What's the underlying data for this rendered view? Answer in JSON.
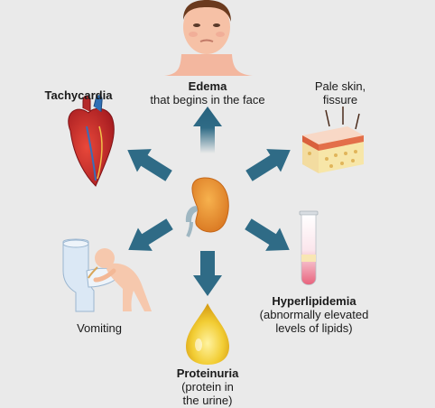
{
  "center": {
    "organ": "kidney-icon"
  },
  "symptoms": {
    "edema": {
      "title": "Edema",
      "desc": "that begins in the face",
      "icon": "face-icon"
    },
    "tachycardia": {
      "title": "Tachycardia",
      "icon": "heart-icon"
    },
    "pale_skin": {
      "line1": "Pale skin,",
      "line2": "fissure",
      "icon": "skin-layer-icon"
    },
    "vomiting": {
      "title": "Vomiting",
      "icon": "vomiting-person-icon"
    },
    "hyperlipidemia": {
      "title": "Hyperlipidemia",
      "line1": "(abnormally elevated",
      "line2": "levels of lipids)",
      "icon": "test-tube-icon"
    },
    "proteinuria": {
      "title": "Proteinuria",
      "line1": "(protein in",
      "line2": "the urine)",
      "icon": "urine-drop-icon"
    }
  },
  "colors": {
    "arrow": "#2f6b86",
    "background": "#eaeaea"
  }
}
